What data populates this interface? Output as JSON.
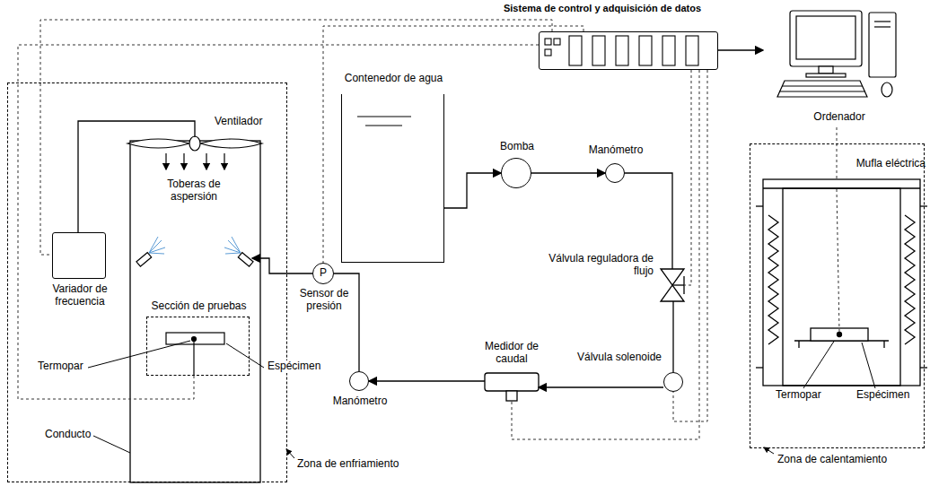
{
  "diagram": {
    "nodes": [
      {
        "text": [
          "Zona de enfriamiento"
        ]
      },
      {
        "text": [
          "Variador de frecuencia"
        ],
        "in": 0
      },
      {
        "text": [
          "Ventilador"
        ],
        "in": 0
      },
      {
        "text": [
          "Toberas de aspersión"
        ],
        "in": 0
      },
      {
        "text": [
          "Sección de pruebas"
        ],
        "in": 0
      },
      {
        "text": [
          "P",
          "Sensor de presión"
        ]
      },
      {
        "text": [
          "Contenedor de agua"
        ]
      },
      {
        "text": [
          "Bomba"
        ]
      },
      {
        "text": [
          "Manómetro"
        ]
      },
      {
        "text": [
          "Válvula reguladora de flujo"
        ]
      },
      {
        "text": [
          "Válvula solenoide"
        ]
      },
      {
        "text": [
          "Medidor de caudal"
        ]
      },
      {
        "text": [
          "Manómetro"
        ]
      },
      {
        "text": [
          "Sistema de control y adquisición de datos"
        ]
      },
      {
        "text": [
          "Ordenador"
        ]
      },
      {
        "text": [
          "Zona de calentamiento"
        ]
      },
      {
        "text": [
          "Mufla eléctrica"
        ],
        "in": 15
      }
    ],
    "edges": [
      {
        "from": 6,
        "to": 7,
        "arrow": "to"
      },
      {
        "from": 7,
        "to": 8,
        "arrow": "to"
      },
      {
        "from": 8,
        "to": 9,
        "arrow": "none"
      },
      {
        "from": 9,
        "to": 10,
        "arrow": "none"
      },
      {
        "from": 10,
        "to": 11,
        "arrow": "to"
      },
      {
        "from": 11,
        "to": 12,
        "arrow": "to"
      },
      {
        "from": 12,
        "to": 5,
        "arrow": "none"
      },
      {
        "from": 5,
        "to": 3,
        "arrow": "to"
      },
      {
        "from": 13,
        "to": 14,
        "arrow": "to"
      },
      {
        "from": 13,
        "to": 1,
        "arrow": "none"
      },
      {
        "from": 13,
        "to": 5,
        "arrow": "none"
      },
      {
        "from": 13,
        "to": 4,
        "arrow": "none"
      },
      {
        "from": 13,
        "to": 9,
        "arrow": "none"
      },
      {
        "from": 13,
        "to": 10,
        "arrow": "none"
      },
      {
        "from": 13,
        "to": 11,
        "arrow": "none"
      },
      {
        "from": 1,
        "to": 2,
        "arrow": "none"
      },
      {
        "from": 14,
        "to": 16,
        "arrow": "none"
      }
    ],
    "labels": [
      "Termopar",
      "Espécimen",
      "Conducto",
      "Termopar",
      "Espécimen"
    ]
  }
}
